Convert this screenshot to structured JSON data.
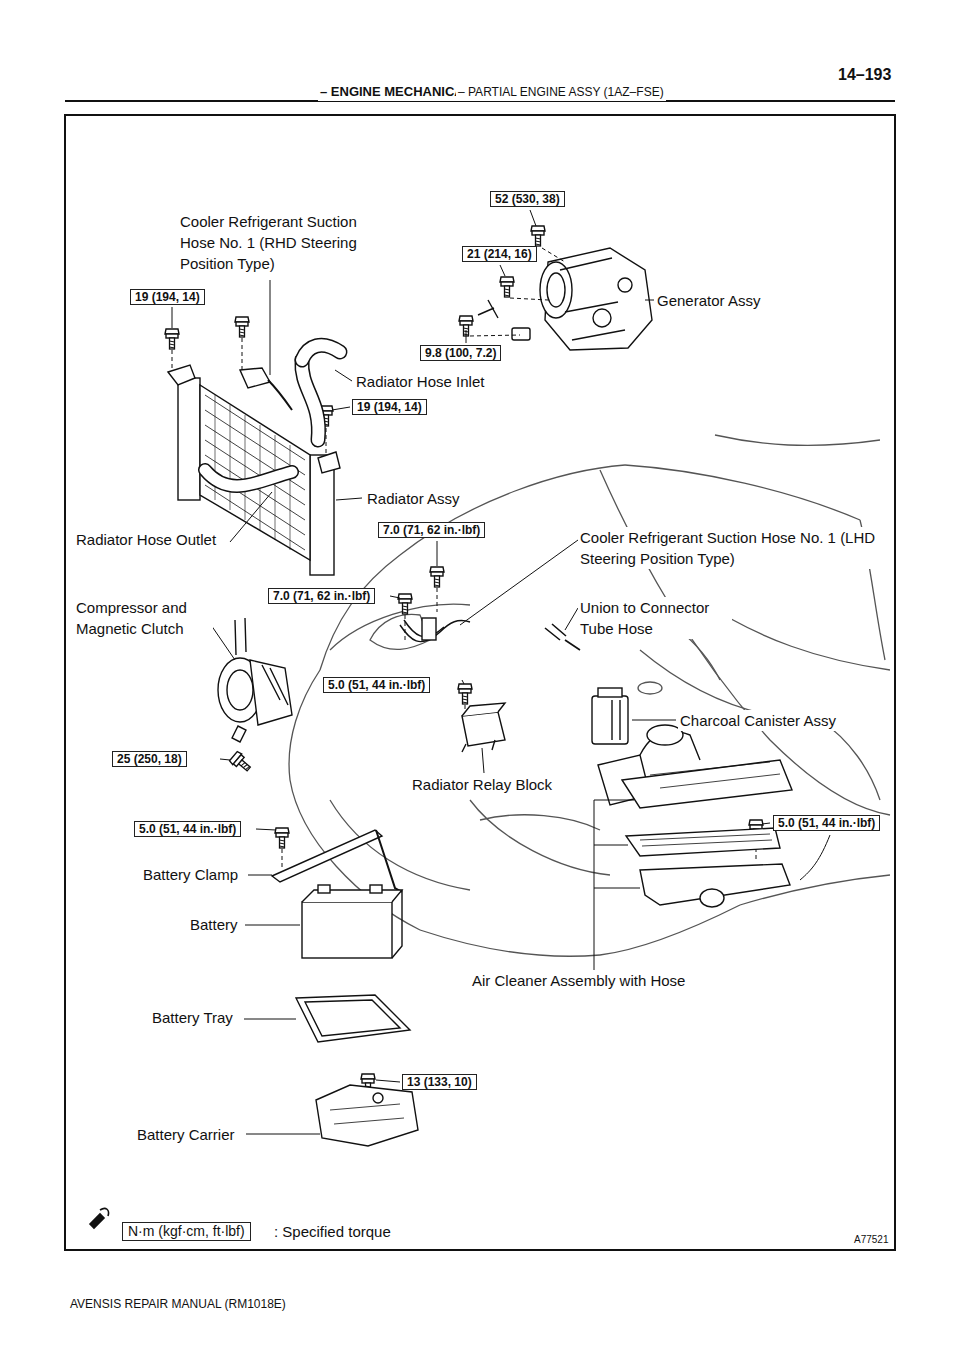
{
  "diagram": {
    "nodes": [
      {
        "text": [
          "52 (530, 38)"
        ]
      },
      {
        "text": [
          "21 (214, 16)"
        ]
      },
      {
        "text": [
          "19 (194, 14)"
        ]
      },
      {
        "text": [
          "9.8 (100, 7.2)"
        ]
      },
      {
        "text": [
          "19 (194, 14)"
        ]
      },
      {
        "text": [
          "7.0 (71, 62 in.·lbf)"
        ]
      },
      {
        "text": [
          "7.0 (71, 62 in.·lbf)"
        ]
      },
      {
        "text": [
          "5.0 (51, 44 in.·lbf)"
        ]
      },
      {
        "text": [
          "25 (250, 18)"
        ]
      },
      {
        "text": [
          "5.0 (51, 44 in.·lbf)"
        ]
      },
      {
        "text": [
          "5.0 (51, 44 in.·lbf)"
        ]
      },
      {
        "text": [
          "13 (133, 10)"
        ]
      },
      {
        "text": [
          "N·m (kgf·cm, ft·lbf)"
        ]
      }
    ],
    "labels": [
      "14–193",
      "– ENGINE MECHANICAL",
      "– PARTIAL ENGINE ASSY (1AZ–FSE)",
      "Cooler Refrigerant Suction Hose No. 1 (RHD Steering Position Type)",
      "Generator Assy",
      "Radiator Hose Inlet",
      "Radiator Assy",
      "Radiator Hose Outlet",
      "Cooler Refrigerant Suction Hose No. 1 (LHD Steering Position Type)",
      "Compressor and Magnetic Clutch",
      "Union to Connector Tube Hose",
      "Charcoal Canister Assy",
      "Radiator Relay Block",
      "Battery Clamp",
      "Battery",
      "Air Cleaner Assembly with Hose",
      "Battery Tray",
      "Battery Carrier",
      ": Specified torque",
      "A77521",
      "AVENSIS REPAIR MANUAL (RM1018E)"
    ]
  }
}
